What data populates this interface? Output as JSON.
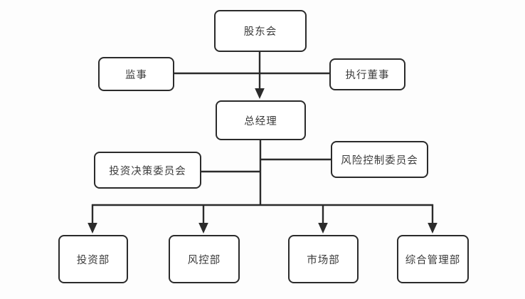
{
  "diagram": {
    "type": "org-chart",
    "nodes": {
      "shareholders": {
        "label": "股东会"
      },
      "supervisor": {
        "label": "监事"
      },
      "executive_director": {
        "label": "执行董事"
      },
      "general_manager": {
        "label": "总经理"
      },
      "investment_decision_committee": {
        "label": "投资决策委员会"
      },
      "risk_control_committee": {
        "label": "风险控制委员会"
      },
      "investment_dept": {
        "label": "投资部"
      },
      "risk_control_dept": {
        "label": "风控部"
      },
      "marketing_dept": {
        "label": "市场部"
      },
      "general_admin_dept": {
        "label": "综合管理部"
      }
    },
    "edges": [
      {
        "from": "shareholders",
        "to": "general_manager",
        "arrow": true
      },
      {
        "from": "supervisor",
        "to": "executive_director",
        "arrow": false
      },
      {
        "from": "general_manager",
        "to": "investment_decision_committee",
        "arrow": false
      },
      {
        "from": "general_manager",
        "to": "risk_control_committee",
        "arrow": false
      },
      {
        "from": "general_manager",
        "to": "investment_dept",
        "arrow": true
      },
      {
        "from": "general_manager",
        "to": "risk_control_dept",
        "arrow": true
      },
      {
        "from": "general_manager",
        "to": "marketing_dept",
        "arrow": true
      },
      {
        "from": "general_manager",
        "to": "general_admin_dept",
        "arrow": true
      }
    ],
    "colors": {
      "line": "#2b2b2b",
      "box_border": "#2b2b2b",
      "box_fill": "#ffffff",
      "text": "#3a3a3a",
      "background": "#fdfdfd"
    }
  }
}
